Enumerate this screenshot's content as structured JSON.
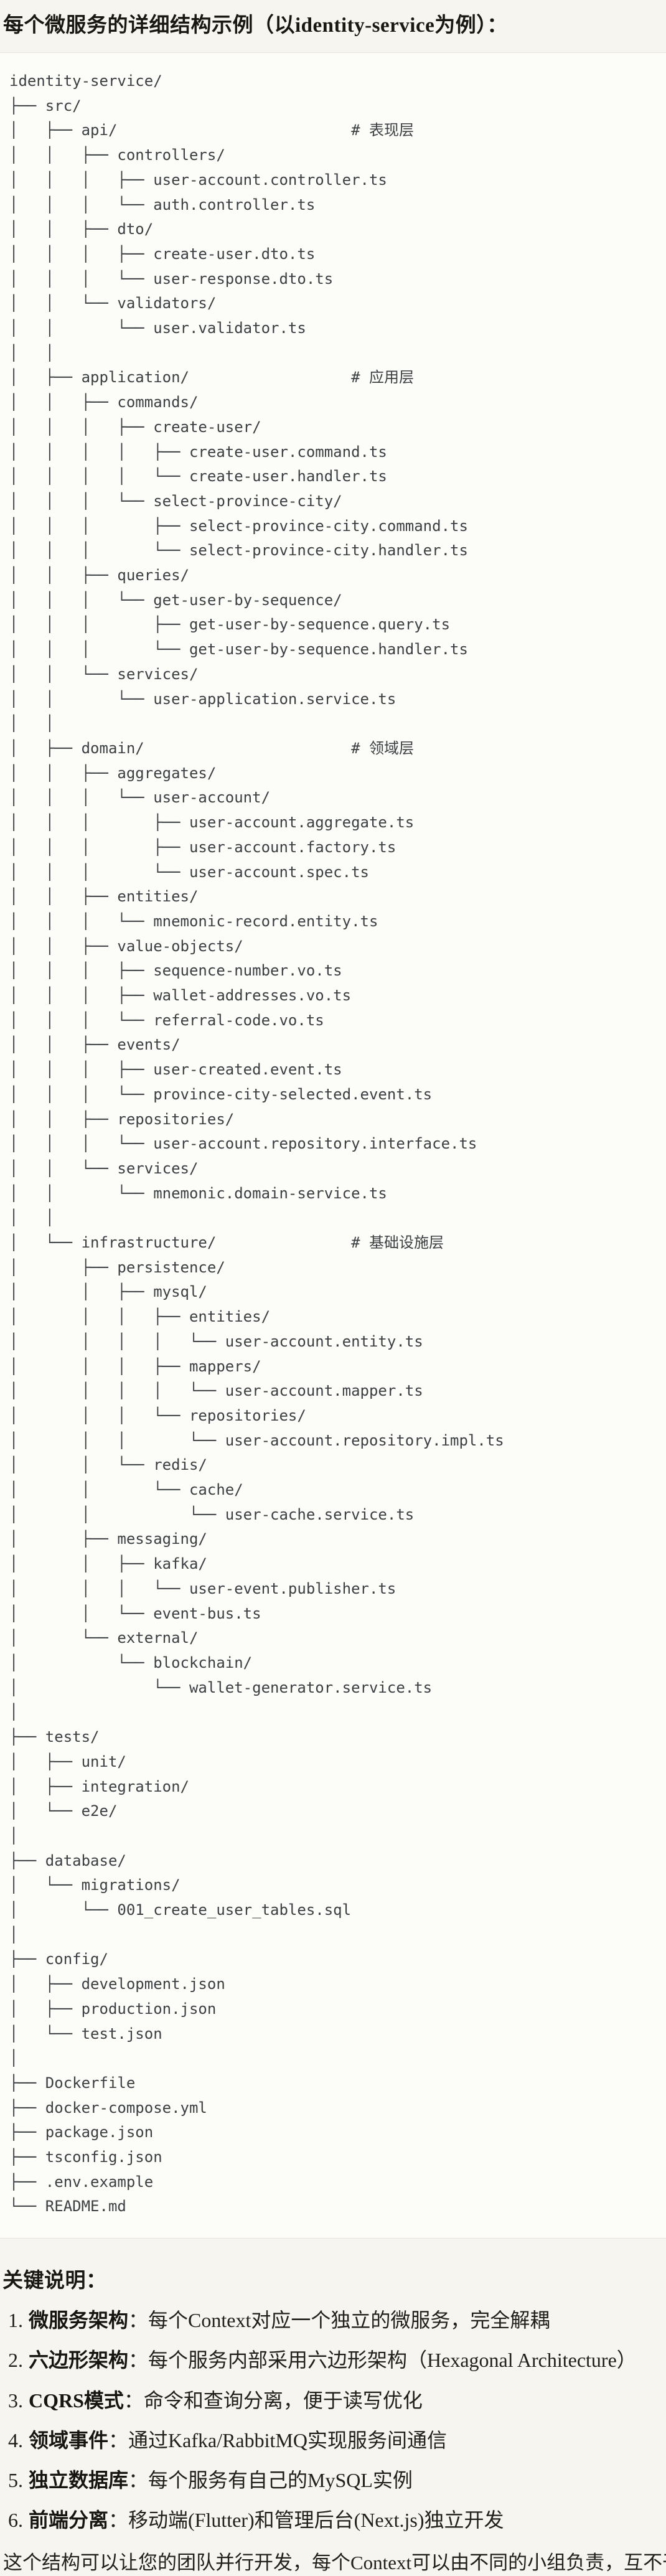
{
  "page": {
    "background": "#F7F5EF",
    "code_background": "#FCFCF9",
    "code_border_color": "#E6E4DC",
    "code_text_color": "#3C4043"
  },
  "title": "每个微服务的详细结构示例（以identity-service为例）：",
  "code_block": {
    "language": "plaintext-tree",
    "root": "identity-service/",
    "layer_comments": [
      "# 表现层",
      "# 应用层",
      "# 领域层",
      "# 基础设施层"
    ],
    "lines": [
      "identity-service/",
      "├── src/",
      "│   ├── api/                          # 表现层",
      "│   │   ├── controllers/",
      "│   │   │   ├── user-account.controller.ts",
      "│   │   │   └── auth.controller.ts",
      "│   │   ├── dto/",
      "│   │   │   ├── create-user.dto.ts",
      "│   │   │   └── user-response.dto.ts",
      "│   │   └── validators/",
      "│   │       └── user.validator.ts",
      "│   │",
      "│   ├── application/                  # 应用层",
      "│   │   ├── commands/",
      "│   │   │   ├── create-user/",
      "│   │   │   │   ├── create-user.command.ts",
      "│   │   │   │   └── create-user.handler.ts",
      "│   │   │   └── select-province-city/",
      "│   │   │       ├── select-province-city.command.ts",
      "│   │   │       └── select-province-city.handler.ts",
      "│   │   ├── queries/",
      "│   │   │   └── get-user-by-sequence/",
      "│   │   │       ├── get-user-by-sequence.query.ts",
      "│   │   │       └── get-user-by-sequence.handler.ts",
      "│   │   └── services/",
      "│   │       └── user-application.service.ts",
      "│   │",
      "│   ├── domain/                       # 领域层",
      "│   │   ├── aggregates/",
      "│   │   │   └── user-account/",
      "│   │   │       ├── user-account.aggregate.ts",
      "│   │   │       ├── user-account.factory.ts",
      "│   │   │       └── user-account.spec.ts",
      "│   │   ├── entities/",
      "│   │   │   └── mnemonic-record.entity.ts",
      "│   │   ├── value-objects/",
      "│   │   │   ├── sequence-number.vo.ts",
      "│   │   │   ├── wallet-addresses.vo.ts",
      "│   │   │   └── referral-code.vo.ts",
      "│   │   ├── events/",
      "│   │   │   ├── user-created.event.ts",
      "│   │   │   └── province-city-selected.event.ts",
      "│   │   ├── repositories/",
      "│   │   │   └── user-account.repository.interface.ts",
      "│   │   └── services/",
      "│   │       └── mnemonic.domain-service.ts",
      "│   │",
      "│   └── infrastructure/               # 基础设施层",
      "│       ├── persistence/",
      "│       │   ├── mysql/",
      "│       │   │   ├── entities/",
      "│       │   │   │   └── user-account.entity.ts",
      "│       │   │   ├── mappers/",
      "│       │   │   │   └── user-account.mapper.ts",
      "│       │   │   └── repositories/",
      "│       │   │       └── user-account.repository.impl.ts",
      "│       │   └── redis/",
      "│       │       └── cache/",
      "│       │           └── user-cache.service.ts",
      "│       ├── messaging/",
      "│       │   ├── kafka/",
      "│       │   │   └── user-event.publisher.ts",
      "│       │   └── event-bus.ts",
      "│       └── external/",
      "│           └── blockchain/",
      "│               └── wallet-generator.service.ts",
      "│",
      "├── tests/",
      "│   ├── unit/",
      "│   ├── integration/",
      "│   └── e2e/",
      "│",
      "├── database/",
      "│   └── migrations/",
      "│       └── 001_create_user_tables.sql",
      "│",
      "├── config/",
      "│   ├── development.json",
      "│   ├── production.json",
      "│   └── test.json",
      "│",
      "├── Dockerfile",
      "├── docker-compose.yml",
      "├── package.json",
      "├── tsconfig.json",
      "├── .env.example",
      "└── README.md"
    ]
  },
  "notes": {
    "heading": "关键说明：",
    "items": [
      {
        "num": "1.",
        "bold": "微服务架构",
        "rest": "：每个Context对应一个独立的微服务，完全解耦"
      },
      {
        "num": "2.",
        "bold": "六边形架构",
        "rest": "：每个服务内部采用六边形架构（Hexagonal Architecture）"
      },
      {
        "num": "3.",
        "bold": "CQRS模式",
        "rest": "：命令和查询分离，便于读写优化"
      },
      {
        "num": "4.",
        "bold": "领域事件",
        "rest": "：通过Kafka/RabbitMQ实现服务间通信"
      },
      {
        "num": "5.",
        "bold": "独立数据库",
        "rest": "：每个服务有自己的MySQL实例"
      },
      {
        "num": "6.",
        "bold": "前端分离",
        "rest": "：移动端(Flutter)和管理后台(Next.js)独立开发"
      }
    ],
    "closing": "这个结构可以让您的团队并行开发，每个Context可以由不同的小组负责，互不干扰。"
  }
}
